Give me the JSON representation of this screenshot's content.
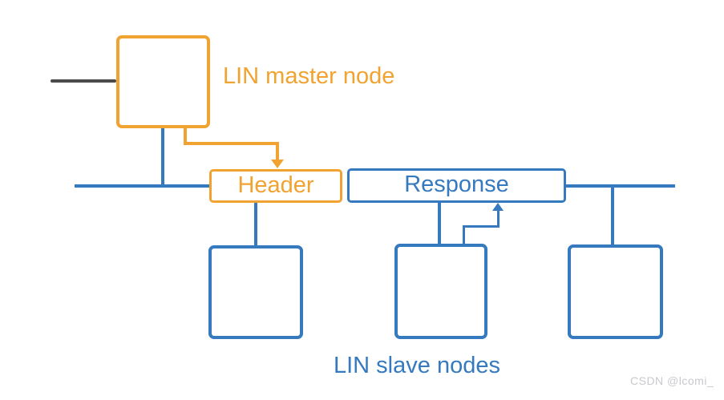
{
  "labels": {
    "master": "LIN master node",
    "slaves": "LIN slave nodes",
    "header": "Header",
    "response": "Response"
  },
  "watermark": {
    "text": "CSDN @lcomi_"
  },
  "icons": {
    "orange_arrowhead": "arrow-down",
    "blue_arrowhead": "arrow-up"
  },
  "colors": {
    "orange": "#F0A330",
    "blue": "#3579BE",
    "dark": "#4A4A4A",
    "watermark_gray": "#C8C9CD",
    "background": "#FFFFFF"
  }
}
